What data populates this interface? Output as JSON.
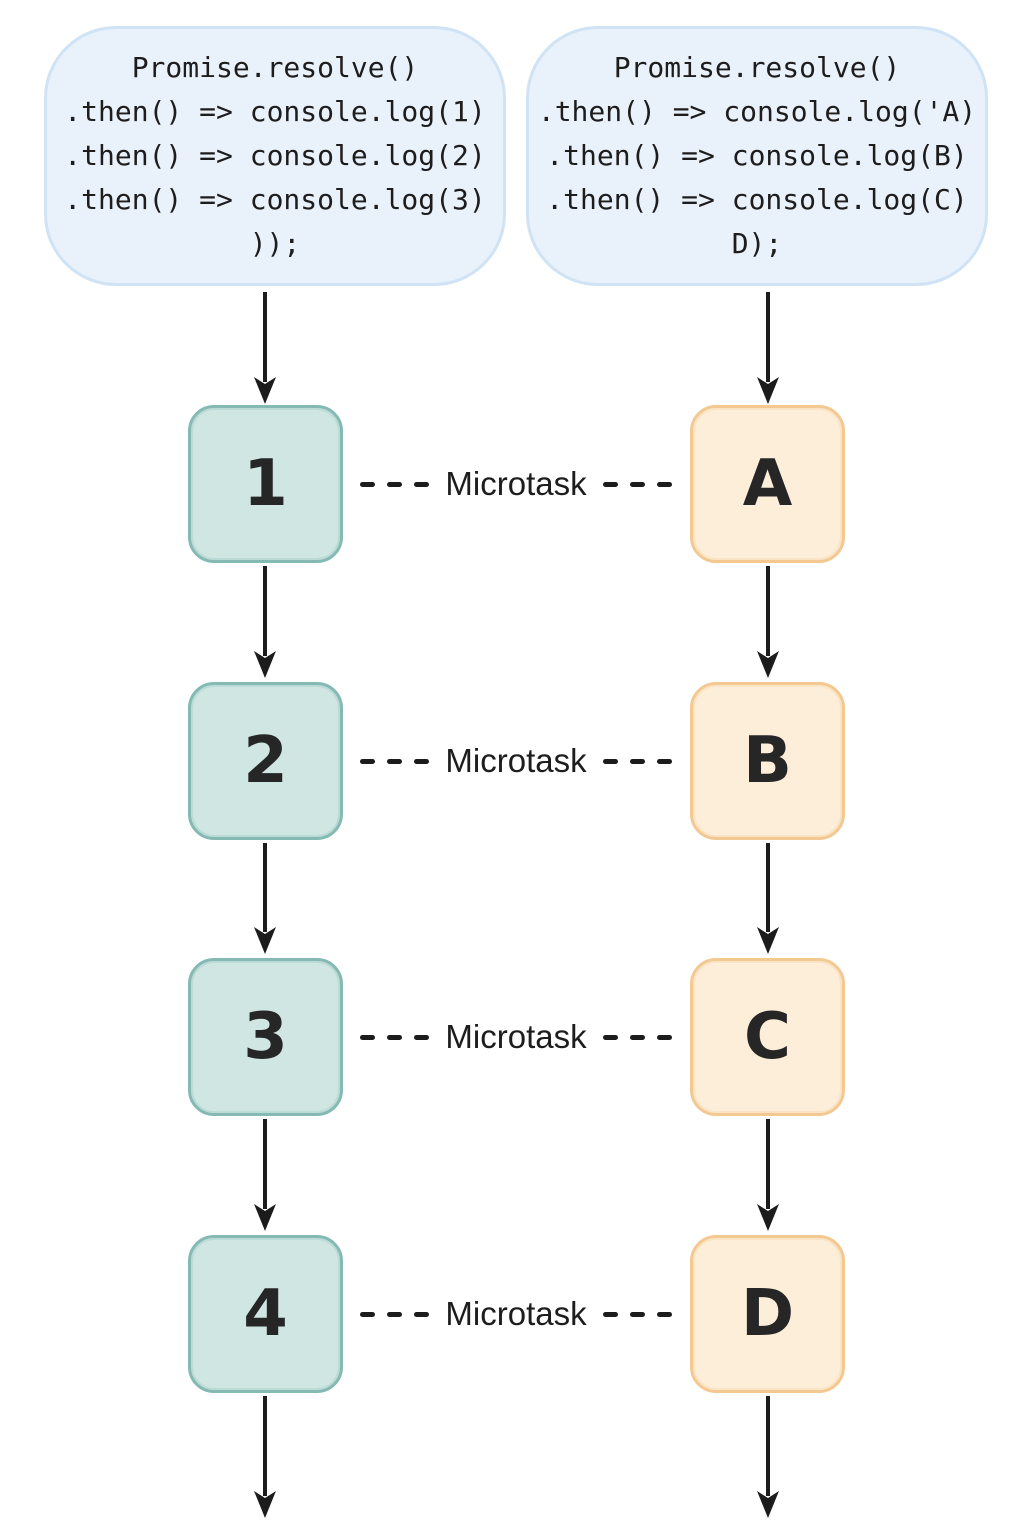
{
  "diagram": {
    "title": "promise-chain-microtask-queues",
    "code_blocks": {
      "left": {
        "lines": [
          "Promise.resolve()",
          ".then() => console.log(1)",
          ".then() => console.log(2)",
          ".then() => console.log(3)",
          "));"
        ]
      },
      "right": {
        "lines": [
          "Promise.resolve()",
          ".then() => console.log('A)",
          ".then() => console.log(B)",
          ".then() => console.log(C)",
          "D);"
        ]
      }
    },
    "rows": [
      {
        "left": "1",
        "connector": "Microtask",
        "right": "A"
      },
      {
        "left": "2",
        "connector": "Microtask",
        "right": "B"
      },
      {
        "left": "3",
        "connector": "Microtask",
        "right": "C"
      },
      {
        "left": "4",
        "connector": "Microtask",
        "right": "D"
      }
    ],
    "colors": {
      "bubble_fill": "#e9f1fb",
      "bubble_border": "#cfe3f4",
      "teal_fill": "#cfe6e2",
      "teal_border": "#85b9b3",
      "orange_fill": "#fdeed9",
      "orange_border": "#f4c891",
      "ink": "#1d1d1d",
      "background": "#ffffff"
    }
  }
}
